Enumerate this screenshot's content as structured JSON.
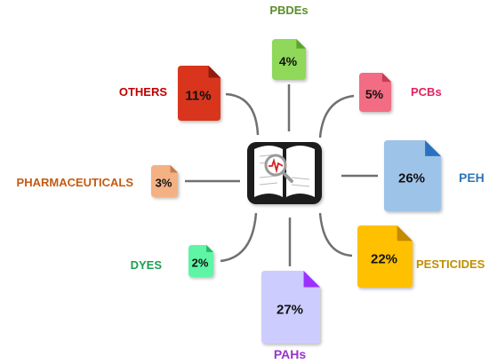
{
  "categories": [
    {
      "name": "PBDEs",
      "value": "4%",
      "color": "#8fd85a",
      "fold": "#5aa52c",
      "text_color": "#5a8f2a"
    },
    {
      "name": "PCBs",
      "value": "5%",
      "color": "#f26d83",
      "fold": "#c83a55",
      "text_color": "#e0245e"
    },
    {
      "name": "PEH",
      "value": "26%",
      "color": "#9dc3e8",
      "fold": "#2b72c0",
      "text_color": "#2e75b6"
    },
    {
      "name": "PESTICIDES",
      "value": "22%",
      "color": "#ffc000",
      "fold": "#c48a00",
      "text_color": "#bf8f00"
    },
    {
      "name": "PAHs",
      "value": "27%",
      "color": "#ccccff",
      "fold": "#9933ff",
      "text_color": "#9933cc"
    },
    {
      "name": "DYES",
      "value": "2%",
      "color": "#5ef5a6",
      "fold": "#22b866",
      "text_color": "#1f9e52"
    },
    {
      "name": "PHARMACEUTICALS",
      "value": "3%",
      "color": "#f4b183",
      "fold": "#c87a48",
      "text_color": "#c55a11"
    },
    {
      "name": "OTHERS",
      "value": "11%",
      "color": "#d9341f",
      "fold": "#8f1a0c",
      "text_color": "#c00000"
    }
  ],
  "center_icon": "book-magnifier-icon",
  "connector_color": "#707070"
}
